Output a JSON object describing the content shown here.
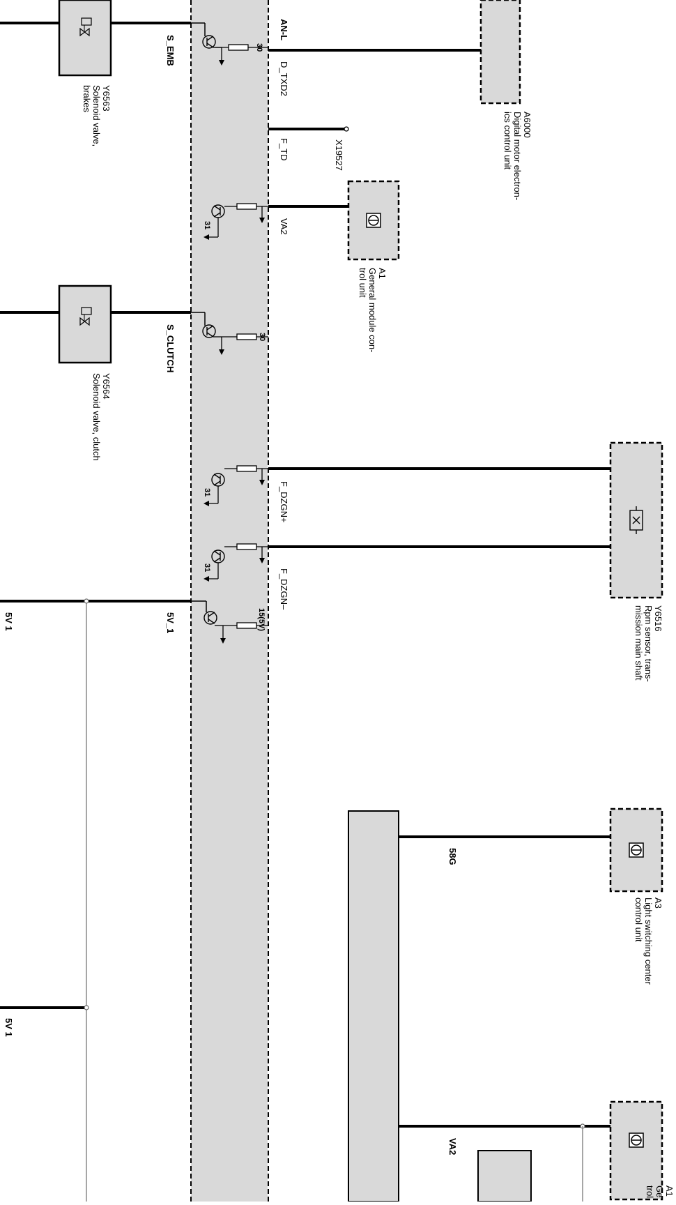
{
  "diagram": {
    "signals": {
      "an_l": "AN-L",
      "s_emb": "S_EMB",
      "d_txd2": "D_TXD2",
      "f_td": "F_TD",
      "va2": "VA2",
      "s_clutch": "S_CLUTCH",
      "f_dzgn_plus": "F_DZGN+",
      "f_dzgn_minus": "F_DZGN–",
      "sv1_bus": "5V_1",
      "sv1_a": "5V 1",
      "sv1_b": "5V 1",
      "g58": "58G",
      "va2_b": "VA2"
    },
    "pins": {
      "p30_a": "30",
      "p31_a": "31",
      "p30_b": "30",
      "p31_b": "31",
      "p31_c": "31",
      "p15": "15(5V)"
    },
    "connector": {
      "id": "X19527"
    },
    "components": {
      "y6563": {
        "id": "Y6563",
        "line1": "Solenoid valve,",
        "line2": "brakes"
      },
      "y6564": {
        "id": "Y6564",
        "line1": "Solenoid valve, clutch"
      },
      "a6000": {
        "id": "A6000",
        "line1": "Digital motor electron-",
        "line2": "ics control unit"
      },
      "a1": {
        "id": "A1",
        "line1": "General module con-",
        "line2": "trol unit"
      },
      "y6516": {
        "id": "Y6516",
        "line1": "Rpm  sensor, trans-",
        "line2": "mission main shaft"
      },
      "a3": {
        "id": "A3",
        "line1": "Light switching center",
        "line2": "control unit"
      },
      "a1b": {
        "id": "A1",
        "line1": "Ge",
        "line2": "trol"
      }
    }
  }
}
